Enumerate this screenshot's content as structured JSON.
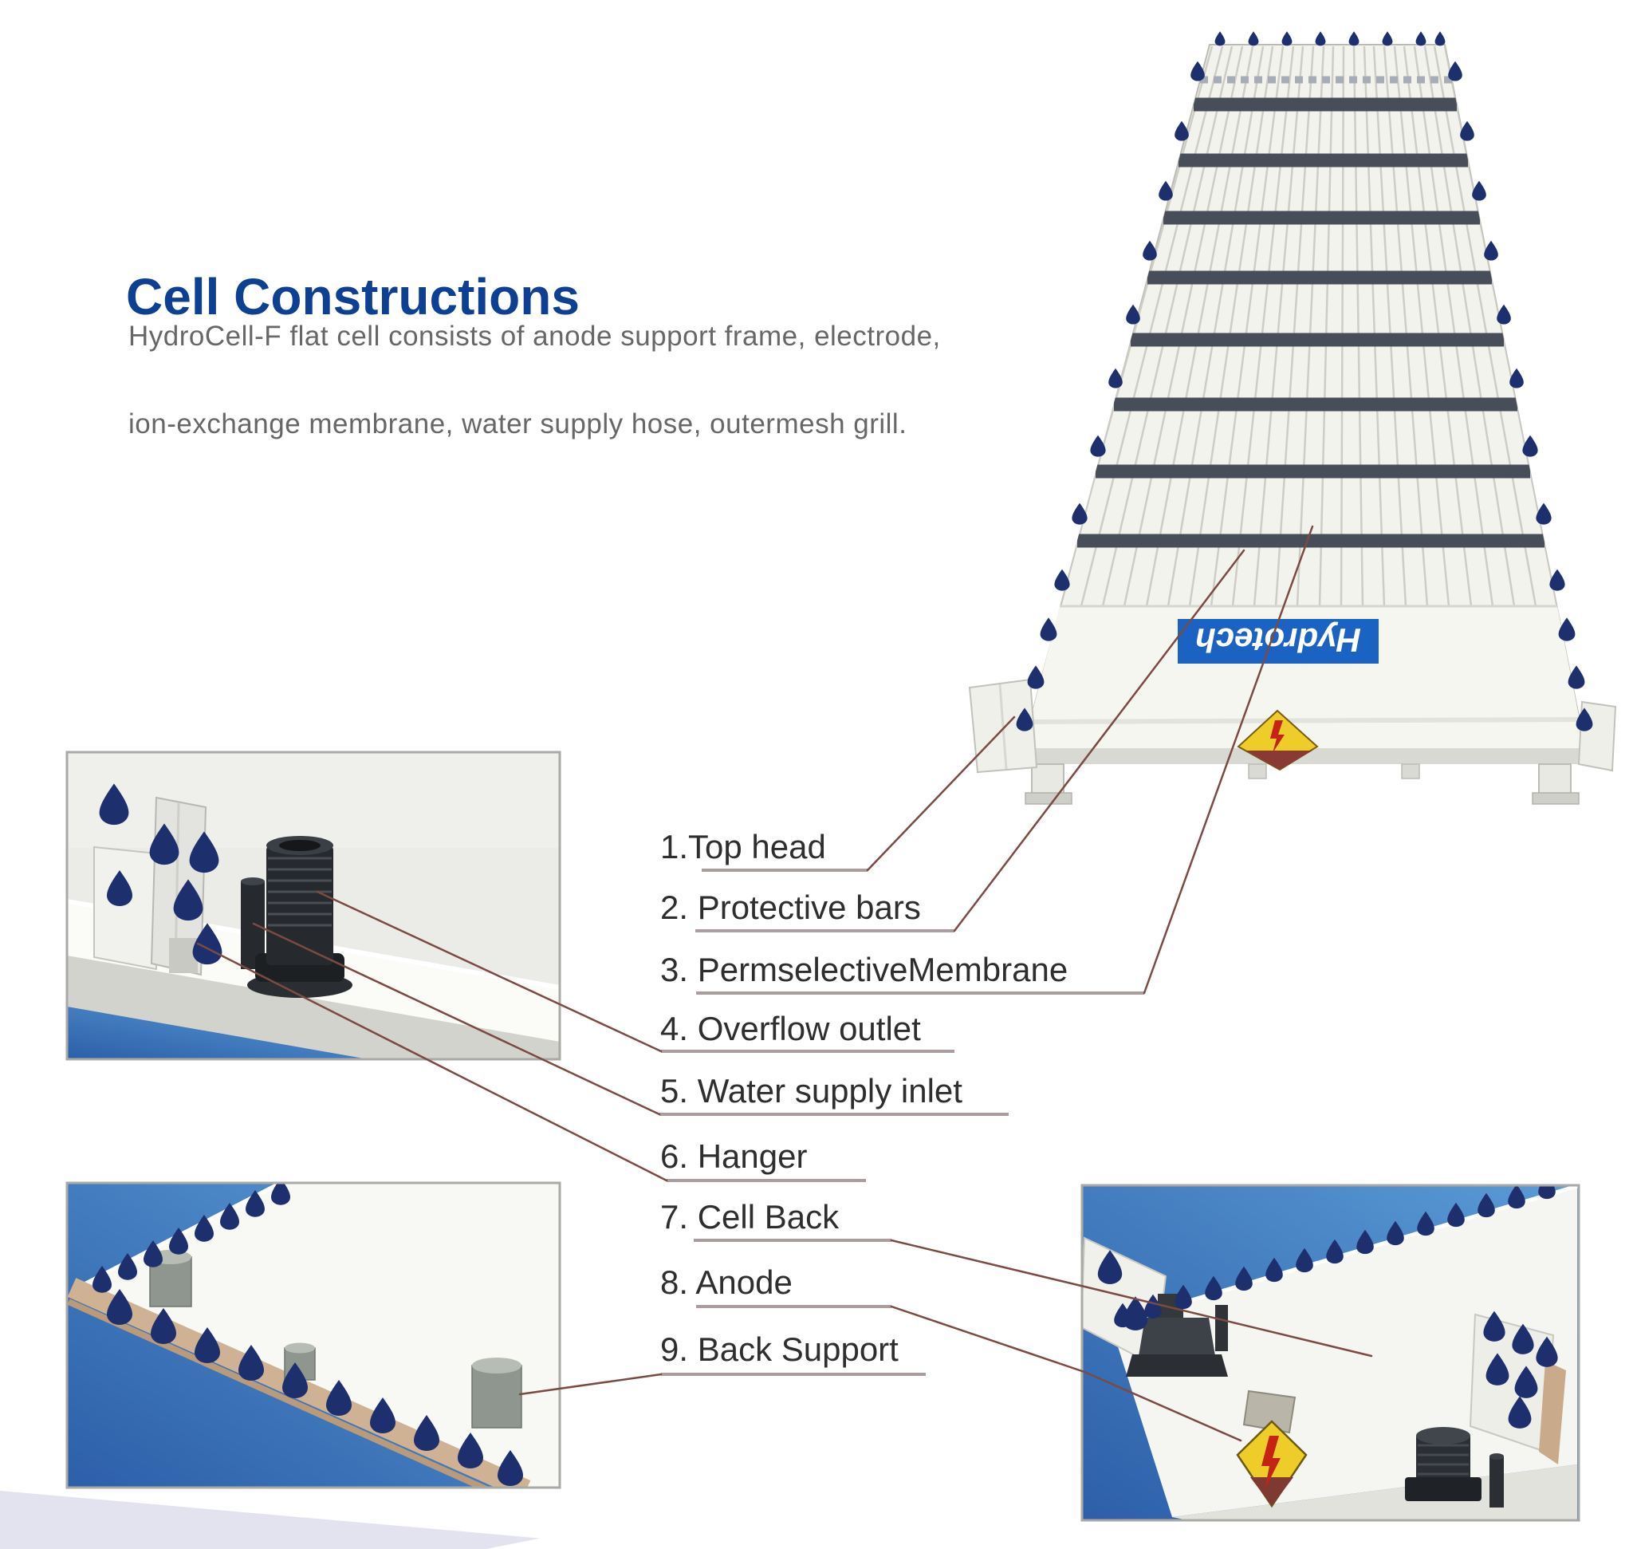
{
  "page": {
    "title": "Cell Constructions",
    "description": {
      "line1": "HydroCell-F flat cell consists of anode support frame, electrode,",
      "line2": "ion-exchange membrane, water supply hose, outermesh grill."
    }
  },
  "parts_list": {
    "items": [
      "1.Top head",
      "2. Protective bars",
      "3. PermselectiveMembrane",
      "4. Overflow outlet",
      "5. Water supply inlet",
      "6. Hanger",
      "7. Cell Back",
      "8. Anode",
      "9. Back Support"
    ]
  },
  "main_photo": {
    "logo_text": "Hydrotech"
  },
  "icons": {
    "warning_small": "high-voltage-warning-icon",
    "warning_large": "high-voltage-warning-icon"
  },
  "photos": {
    "top_product": "hydrocell-flat-cell-product-photo",
    "middle_left": "water-inlet-corner-closeup-photo",
    "bottom_left": "back-support-corner-closeup-photo",
    "bottom_right": "anode-corner-closeup-photo"
  },
  "colors": {
    "title_blue": "#0d3f92",
    "body_text_gray": "#676767",
    "list_text": "#2e2e2e",
    "leader_line": "#7b4a42",
    "underline": "#ab9d9d",
    "photo_background_blue": "#3a78bf",
    "logo_blue": "#1a63c2",
    "clip_navy": "#1e2f6e",
    "warning_yellow": "#efcd28",
    "warning_red": "#c32413"
  }
}
